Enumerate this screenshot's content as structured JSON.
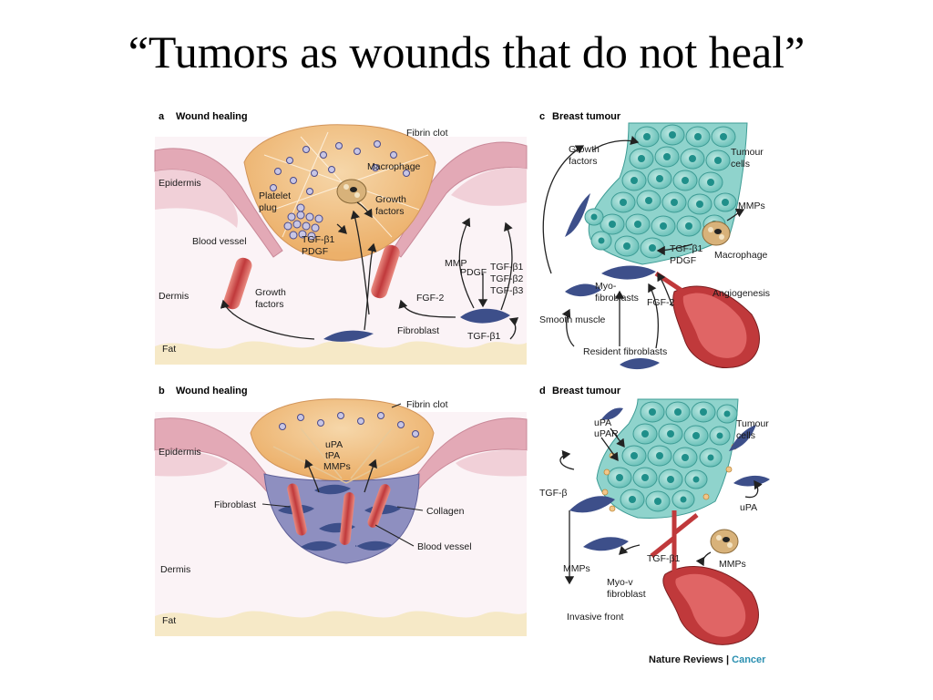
{
  "slide": {
    "title": "“Tumors as wounds that do not heal”"
  },
  "panels": {
    "a": {
      "letter": "a",
      "title": "Wound healing",
      "labels": {
        "fibrin_clot": "Fibrin clot",
        "macrophage": "Macrophage",
        "epidermis": "Epidermis",
        "platelet_plug_1": "Platelet",
        "platelet_plug_2": "plug",
        "growth_factors_top_1": "Growth",
        "growth_factors_top_2": "factors",
        "blood_vessel": "Blood vessel",
        "tgf_b1": "TGF-β1",
        "pdgf": "PDGF",
        "mmp": "MMP",
        "pdgf_right": "PDGF",
        "tgf_b1_right": "TGF-β1",
        "tgf_b2": "TGF-β2",
        "tgf_b3": "TGF-β3",
        "dermis": "Dermis",
        "growth_factors_1": "Growth",
        "growth_factors_2": "factors",
        "fgf2": "FGF-2",
        "fibroblast": "Fibroblast",
        "tgf_b1_bottom": "TGF-β1",
        "fat": "Fat"
      }
    },
    "b": {
      "letter": "b",
      "title": "Wound healing",
      "labels": {
        "fibrin_clot": "Fibrin clot",
        "epidermis": "Epidermis",
        "upa": "uPA",
        "tpa": "tPA",
        "mmps": "MMPs",
        "fibroblast": "Fibroblast",
        "collagen": "Collagen",
        "blood_vessel": "Blood vessel",
        "dermis": "Dermis",
        "fat": "Fat"
      }
    },
    "c": {
      "letter": "c",
      "title": "Breast tumour",
      "labels": {
        "growth_factors_1": "Growth",
        "growth_factors_2": "factors",
        "tumour_cells_1": "Tumour",
        "tumour_cells_2": "cells",
        "mmps": "MMPs",
        "tgf_b1": "TGF-β1",
        "pdgf": "PDGF",
        "macrophage": "Macrophage",
        "myofibroblasts_1": "Myo-",
        "myofibroblasts_2": "fibroblasts",
        "fgf2": "FGF-2",
        "angiogenesis": "Angiogenesis",
        "smooth_muscle": "Smooth muscle",
        "resident_fibroblasts": "Resident fibroblasts"
      }
    },
    "d": {
      "letter": "d",
      "title": "Breast tumour",
      "labels": {
        "upa_top": "uPA",
        "upar": "uPAR",
        "tumour_cells_1": "Tumour",
        "tumour_cells_2": "cells",
        "tgf_b": "TGF-β",
        "upa_right": "uPA",
        "tgf_b1": "TGF-β1",
        "mmps_left": "MMPs",
        "mmps_right": "MMPs",
        "myo_v_1": "Myo-v",
        "myo_v_2": "fibroblast",
        "invasive_front": "Invasive front"
      }
    }
  },
  "credit": {
    "publisher": "Nature Reviews",
    "separator": "|",
    "journal": "Cancer"
  },
  "colors": {
    "skin": "#e7b9c2",
    "dermis": "#f7eef2",
    "clot": "#f0c58e",
    "tumour": "#7fcfc8",
    "nucleus": "#1f8f8a",
    "vessel": "#c0393b",
    "fibroblast": "#3d4f8a"
  }
}
